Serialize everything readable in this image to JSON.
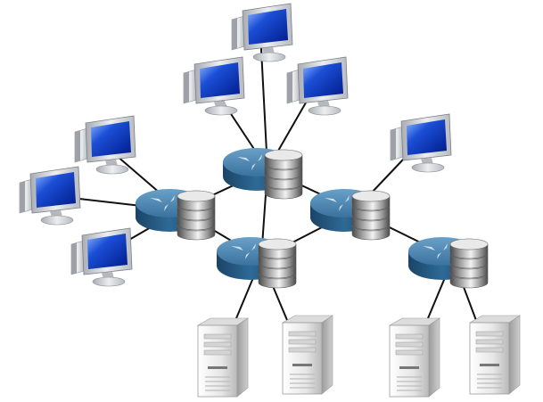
{
  "diagram": {
    "colors": {
      "background": "#ffffff",
      "link": "#111111",
      "router_top": "#4f88b3",
      "router_side": "#22567e",
      "router_arrow": "#dbe8f3",
      "db_light": "#f2f2f2",
      "db_mid": "#9a9a9a",
      "db_dark": "#4a4a4a",
      "screen_light": "#8fb7ff",
      "screen_mid": "#1b4fd6",
      "screen_dark": "#001a8a",
      "monitor_body": "#cfd2d6",
      "server_light": "#f4f4f4",
      "server_dark": "#b9b9b9"
    },
    "icons": {
      "router": "router-icon",
      "database": "database-icon",
      "workstation": "workstation-icon",
      "server": "server-icon"
    },
    "nodes": [
      {
        "id": "hub-center",
        "kind": "hub",
        "name": "hub-center"
      },
      {
        "id": "hub-left",
        "kind": "hub",
        "name": "hub-left"
      },
      {
        "id": "hub-bottom",
        "kind": "hub",
        "name": "hub-bottom"
      },
      {
        "id": "hub-right",
        "kind": "hub",
        "name": "hub-right"
      },
      {
        "id": "hub-far-right",
        "kind": "hub",
        "name": "hub-far-right"
      },
      {
        "id": "ws-top",
        "kind": "workstation",
        "name": "workstation-top"
      },
      {
        "id": "ws-top-left",
        "kind": "workstation",
        "name": "workstation-top-left"
      },
      {
        "id": "ws-top-right",
        "kind": "workstation",
        "name": "workstation-top-right"
      },
      {
        "id": "ws-left-1",
        "kind": "workstation",
        "name": "workstation-left-1"
      },
      {
        "id": "ws-left-2",
        "kind": "workstation",
        "name": "workstation-left-2"
      },
      {
        "id": "ws-left-3",
        "kind": "workstation",
        "name": "workstation-left-3"
      },
      {
        "id": "ws-right",
        "kind": "workstation",
        "name": "workstation-right"
      },
      {
        "id": "srv-1",
        "kind": "server",
        "name": "server-1"
      },
      {
        "id": "srv-2",
        "kind": "server",
        "name": "server-2"
      },
      {
        "id": "srv-3",
        "kind": "server",
        "name": "server-3"
      },
      {
        "id": "srv-4",
        "kind": "server",
        "name": "server-4"
      }
    ],
    "links": [
      [
        "hub-center",
        "ws-top"
      ],
      [
        "hub-center",
        "ws-top-left"
      ],
      [
        "hub-center",
        "ws-top-right"
      ],
      [
        "hub-center",
        "hub-left"
      ],
      [
        "hub-center",
        "hub-right"
      ],
      [
        "hub-center",
        "hub-bottom"
      ],
      [
        "hub-left",
        "hub-bottom"
      ],
      [
        "hub-bottom",
        "hub-right"
      ],
      [
        "hub-right",
        "hub-far-right"
      ],
      [
        "hub-right",
        "ws-right"
      ],
      [
        "hub-left",
        "ws-left-1"
      ],
      [
        "hub-left",
        "ws-left-2"
      ],
      [
        "hub-left",
        "ws-left-3"
      ],
      [
        "hub-bottom",
        "srv-1"
      ],
      [
        "hub-bottom",
        "srv-2"
      ],
      [
        "hub-far-right",
        "srv-3"
      ],
      [
        "hub-far-right",
        "srv-4"
      ]
    ]
  }
}
